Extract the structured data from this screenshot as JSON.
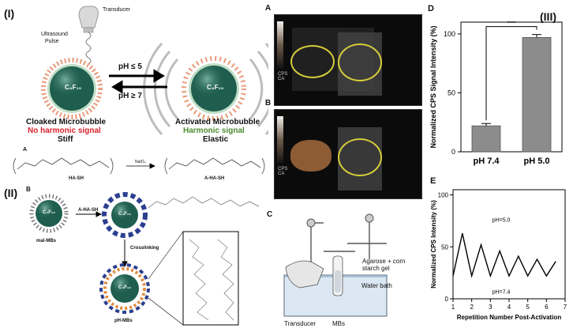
{
  "section_I": {
    "label": "(I)"
  },
  "section_II": {
    "label": "(II)"
  },
  "section_III": {
    "label": "(III)"
  },
  "transducer_label": "Transducer",
  "ultrasound_label_line1": "Ultrasound",
  "ultrasound_label_line2": "Pulse",
  "bubble_core_label": "C₄F₁₀",
  "ph_low": "pH ≤ 5",
  "ph_high": "pH ≥ 7",
  "cloaked": {
    "title": "Cloaked Microbubble",
    "signal": "No harmonic signal",
    "state": "Stiff"
  },
  "activated": {
    "title": "Activated Microbubble",
    "signal": "Harmonic signal",
    "state": "Elastic"
  },
  "colors": {
    "red": "#d8202a",
    "green": "#4b8a2f",
    "bubble": "#1f5e4e",
    "bar": "#8c8c8c"
  },
  "reaction": {
    "panel": "A",
    "reagent": "NaIO₄",
    "left": "HA-SH",
    "right": "A-HA-SH"
  },
  "assembly": {
    "panel": "B",
    "mal": "mal-MBs",
    "step1": "A-HA-SH",
    "step2": "Crosslinking",
    "product": "pH-MBs"
  },
  "us_images": {
    "panel_a": "A",
    "panel_b": "B",
    "side_text": "CPS\nCA"
  },
  "setup": {
    "panel": "C",
    "gel": "Agarose + corn\nstarch gel",
    "bath": "Water bath",
    "transducer": "Transducer",
    "mbs": "MBs"
  },
  "chart_data": [
    {
      "panel": "D",
      "type": "bar",
      "categories": [
        "pH 7.4",
        "pH 5.0"
      ],
      "values": [
        22,
        97
      ],
      "errors": [
        2,
        2.5
      ],
      "ylabel": "Normalized CPS Signal Intensity (%)",
      "ylim": [
        0,
        110
      ],
      "yticks": [
        "0",
        "50",
        "100"
      ],
      "significance": "****"
    },
    {
      "panel": "E",
      "type": "line",
      "x": [
        1,
        1.5,
        2,
        2.5,
        3,
        3.5,
        4,
        4.5,
        5,
        5.5,
        6,
        6.5
      ],
      "values": [
        22,
        63,
        22,
        52,
        22,
        46,
        22,
        41,
        22,
        38,
        22,
        36
      ],
      "xlabel": "Repetition Number Post-Activation",
      "ylabel": "Normalized CPS Intensity (%)",
      "xlim": [
        1,
        7
      ],
      "ylim": [
        0,
        105
      ],
      "xticks": [
        "1",
        "2",
        "3",
        "4",
        "5",
        "6",
        "7"
      ],
      "yticks": [
        "0",
        "50",
        "100"
      ],
      "annotations": [
        "pH=5.0",
        "pH=7.4"
      ]
    }
  ]
}
